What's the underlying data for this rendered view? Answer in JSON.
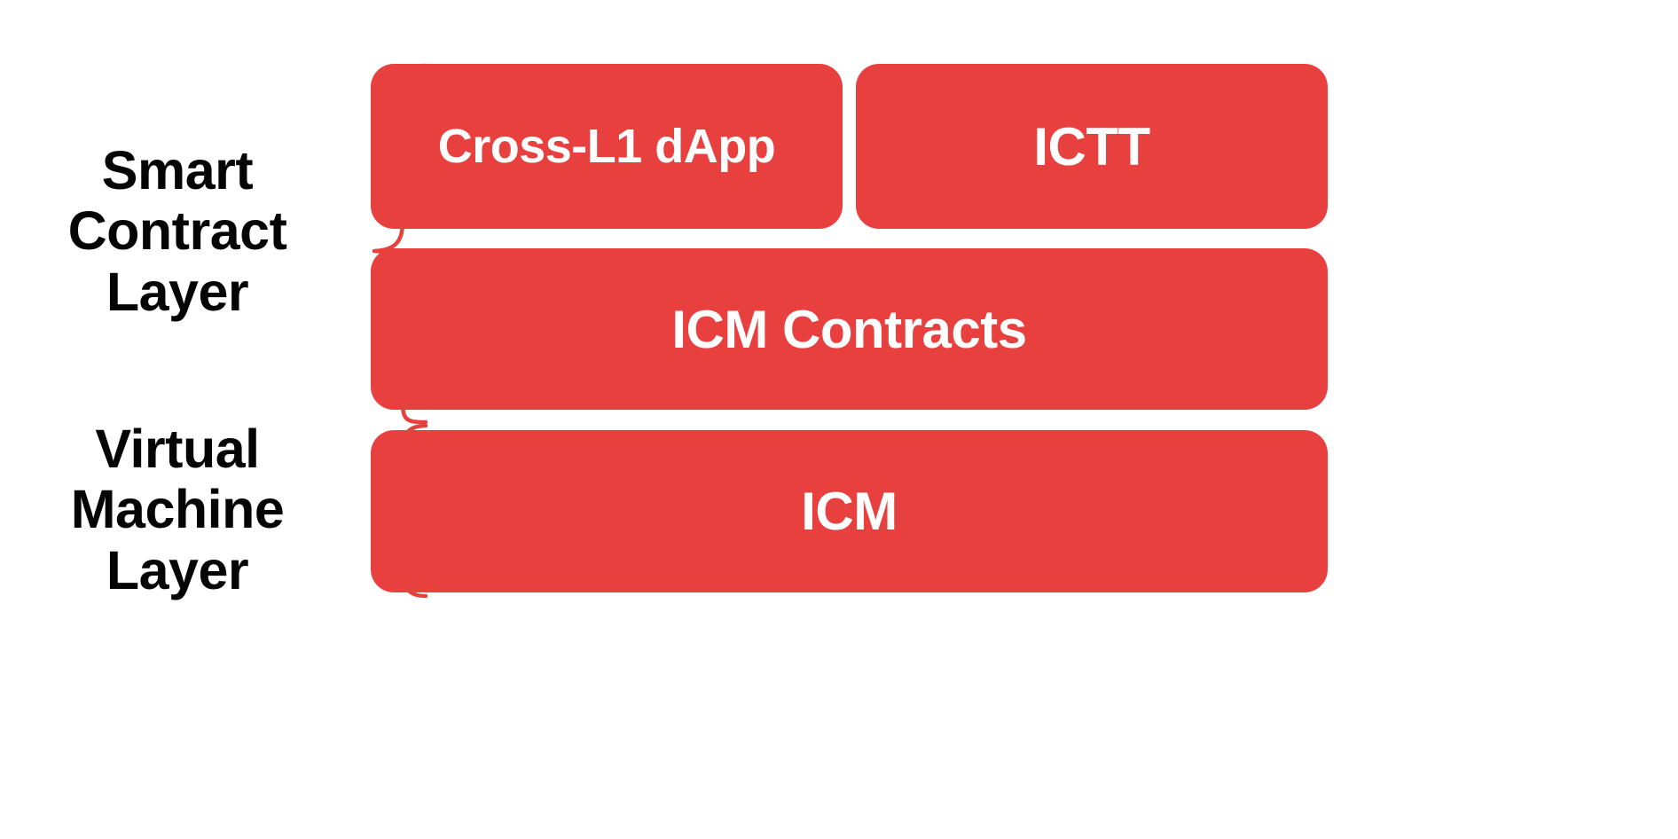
{
  "diagram": {
    "type": "layered-architecture",
    "background_color": "#ffffff",
    "accent_color": "#e8403f",
    "box_text_color": "#ffffff",
    "label_text_color": "#050505",
    "brace_color": "#e8403f",
    "layers": [
      {
        "id": "smart-contract-layer",
        "label": "Smart\nContract\nLayer",
        "label_lines": [
          "Smart",
          "Contract",
          "Layer"
        ],
        "boxes": [
          {
            "id": "cross-l1-dapp",
            "label": "Cross-L1 dApp",
            "row": 1,
            "column": 1
          },
          {
            "id": "ictt",
            "label": "ICTT",
            "row": 1,
            "column": 2
          },
          {
            "id": "icm-contracts",
            "label": "ICM Contracts",
            "row": 2,
            "column": 1,
            "full_width": true
          }
        ]
      },
      {
        "id": "virtual-machine-layer",
        "label": "Virtual\nMachine\nLayer",
        "label_lines": [
          "Virtual",
          "Machine",
          "Layer"
        ],
        "boxes": [
          {
            "id": "icm",
            "label": "ICM",
            "row": 1,
            "column": 1,
            "full_width": true
          }
        ]
      }
    ]
  }
}
